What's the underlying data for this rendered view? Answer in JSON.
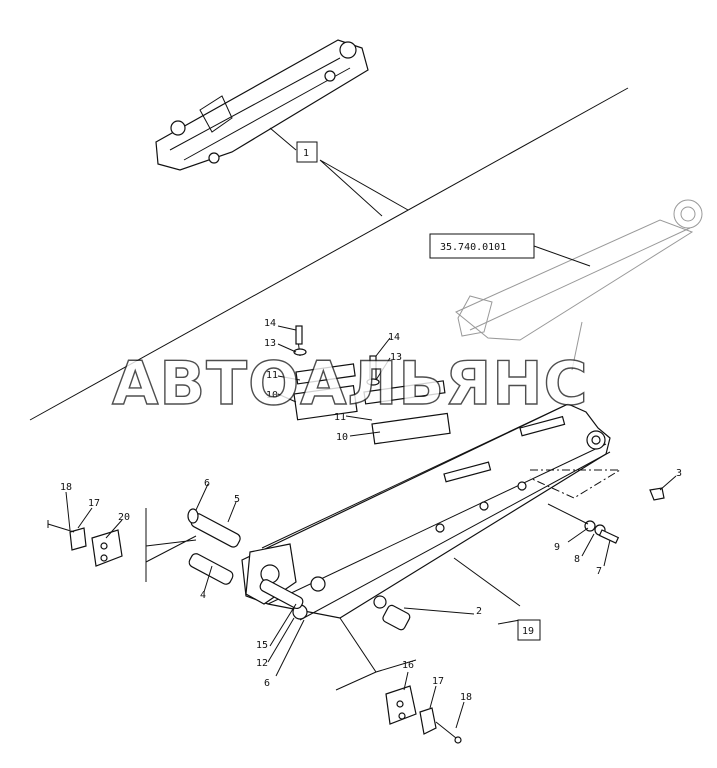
{
  "watermark": "АВТОАЛЬЯНС",
  "references": {
    "ref_1": "1",
    "ref_19": "19",
    "ref_section": "35.740.0101"
  },
  "callouts": [
    "18",
    "17",
    "20",
    "6",
    "5",
    "4",
    "14",
    "13",
    "11",
    "10",
    "14",
    "13",
    "11",
    "10",
    "3",
    "9",
    "8",
    "7",
    "2",
    "15",
    "12",
    "6",
    "16",
    "17",
    "18"
  ]
}
